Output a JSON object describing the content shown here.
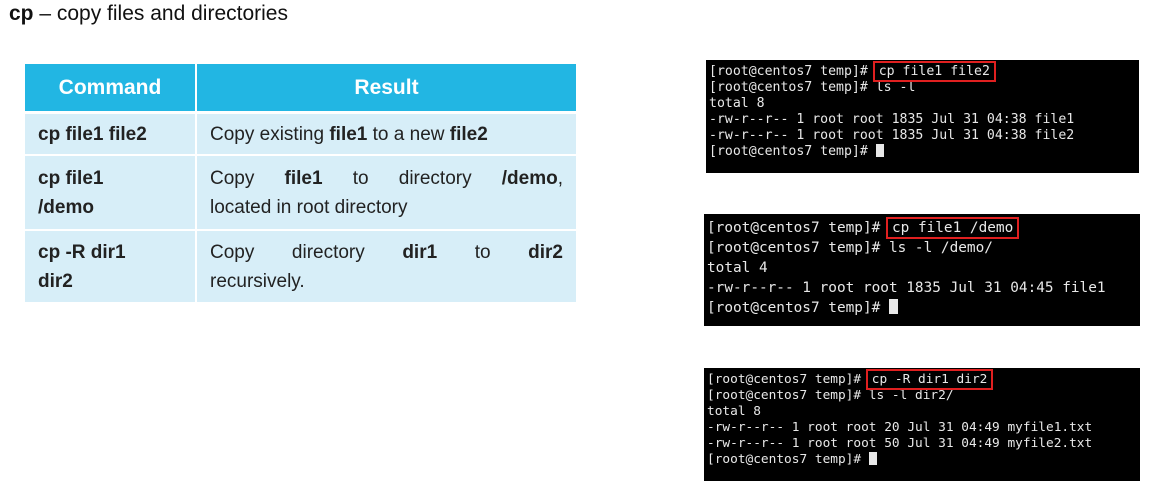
{
  "title": {
    "command": "cp",
    "description": " – copy files and directories"
  },
  "table": {
    "headers": [
      "Command",
      "Result"
    ],
    "rows": [
      {
        "command_line1": "cp file1 file2",
        "command_line2": "",
        "result_parts": [
          "Copy existing ",
          "file1",
          " to a new ",
          "file2"
        ]
      },
      {
        "command_line1": "cp file1",
        "command_line2": "/demo",
        "result_parts": [
          "Copy ",
          "file1",
          " to directory ",
          "/demo",
          ",",
          "located in root directory"
        ]
      },
      {
        "command_line1": "cp -R dir1",
        "command_line2": "dir2",
        "result_parts": [
          "Copy directory ",
          "dir1",
          " to ",
          "dir2",
          "recursively."
        ]
      }
    ]
  },
  "terminals": [
    {
      "prompt": "[root@centos7 temp]# ",
      "highlighted_command": "cp file1 file2",
      "lines": [
        "[root@centos7 temp]# ls -l",
        "total 8",
        "-rw-r--r-- 1 root root 1835 Jul 31 04:38 file1",
        "-rw-r--r-- 1 root root 1835 Jul 31 04:38 file2",
        "[root@centos7 temp]# "
      ]
    },
    {
      "prompt": "[root@centos7 temp]# ",
      "highlighted_command": "cp file1 /demo",
      "lines": [
        "[root@centos7 temp]# ls -l /demo/",
        "total 4",
        "-rw-r--r-- 1 root root 1835 Jul 31 04:45 file1",
        "[root@centos7 temp]# "
      ]
    },
    {
      "prompt": "[root@centos7 temp]# ",
      "highlighted_command": "cp -R dir1 dir2",
      "lines": [
        "[root@centos7 temp]# ls -l dir2/",
        "total 8",
        "-rw-r--r-- 1 root root 20 Jul 31 04:49 myfile1.txt",
        "-rw-r--r-- 1 root root 50 Jul 31 04:49 myfile2.txt",
        "[root@centos7 temp]# "
      ]
    }
  ],
  "colors": {
    "header_bg": "#22b6e3",
    "row_bg": "#d7eef8",
    "terminal_bg": "#000000",
    "highlight_border": "#e02020"
  }
}
